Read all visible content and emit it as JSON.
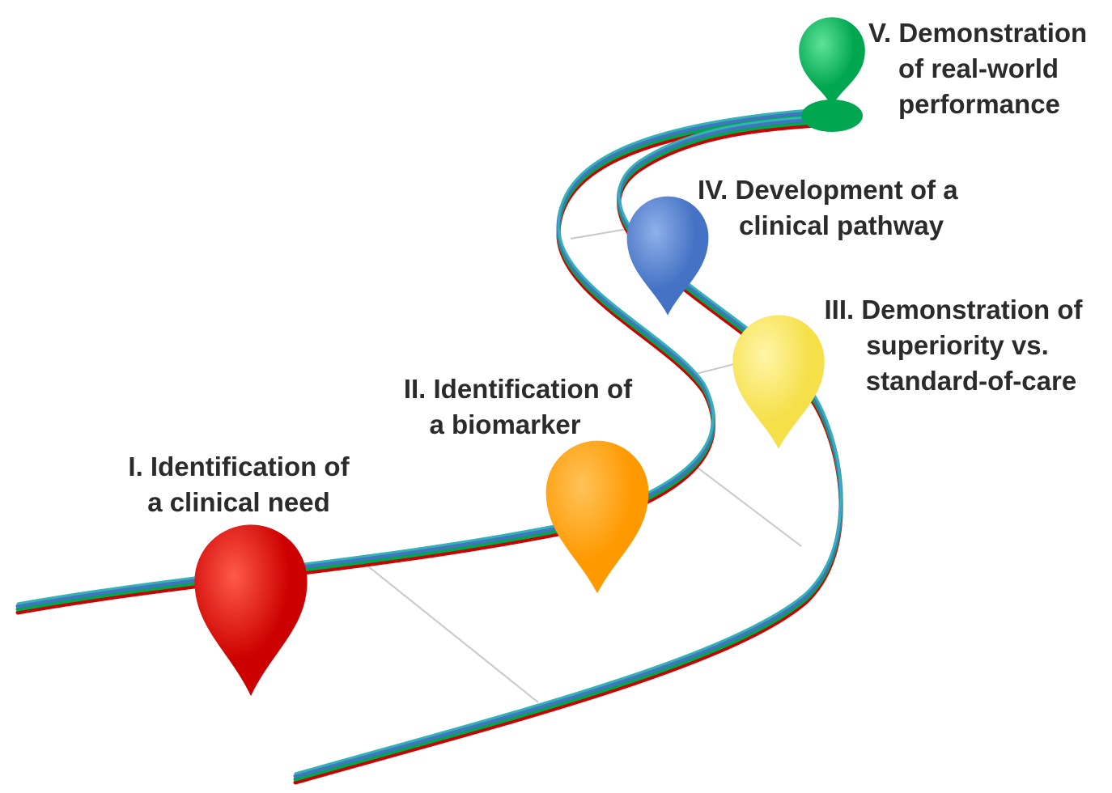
{
  "stages": [
    {
      "numeral": "I.",
      "lines": [
        "I. Identification of",
        "a clinical need"
      ],
      "pin_color": "#cc0000",
      "pin_highlight": "#ff5a4a"
    },
    {
      "numeral": "II.",
      "lines": [
        "II. Identification of",
        "a biomarker"
      ],
      "pin_color": "#ff9900",
      "pin_highlight": "#ffc35a"
    },
    {
      "numeral": "III.",
      "lines": [
        "III. Demonstration of",
        "superiority vs.",
        "standard-of-care"
      ],
      "pin_color": "#f6e04a",
      "pin_highlight": "#fff6a8"
    },
    {
      "numeral": "IV.",
      "lines": [
        "IV. Development of a",
        "clinical pathway"
      ],
      "pin_color": "#4472c4",
      "pin_highlight": "#8fb0ea"
    },
    {
      "numeral": "V.",
      "lines": [
        "V. Demonstration",
        "of real-world",
        "performance"
      ],
      "pin_color": "#00a650",
      "pin_highlight": "#5ee39a"
    }
  ],
  "rail_colors": [
    "#cc0000",
    "#00a650",
    "#4472c4",
    "#33b3b3"
  ]
}
